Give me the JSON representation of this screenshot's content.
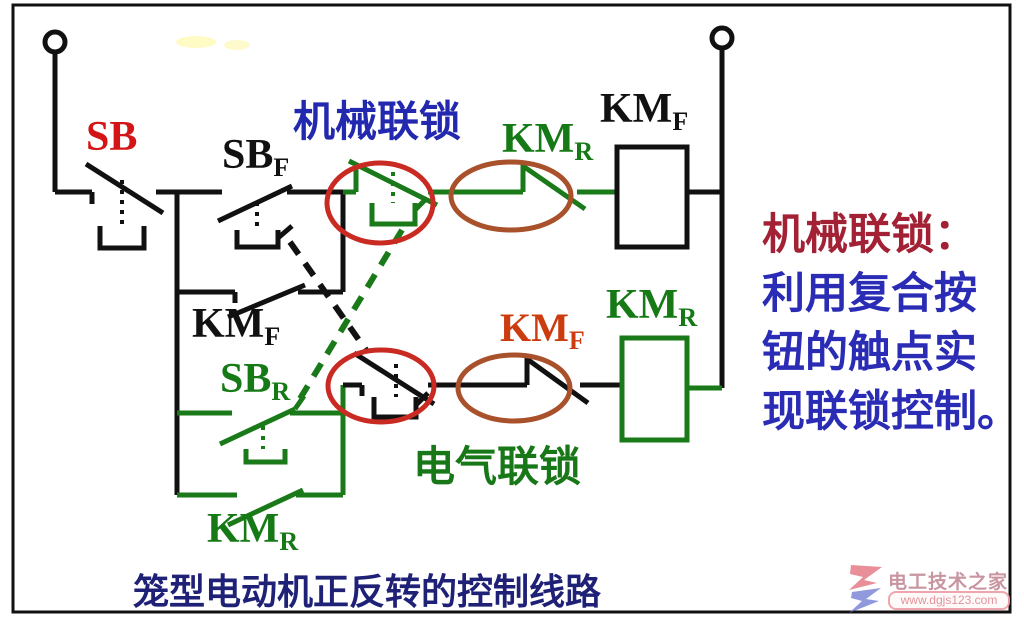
{
  "labels": {
    "sb": "SB",
    "sbf": {
      "base": "SB",
      "sub": "F"
    },
    "kmr_interlock": {
      "base": "KM",
      "sub": "R"
    },
    "kmf_coil": {
      "base": "KM",
      "sub": "F"
    },
    "kmf_latch": {
      "base": "KM",
      "sub": "F"
    },
    "sbr": {
      "base": "SB",
      "sub": "R"
    },
    "kmf_interlock": {
      "base": "KM",
      "sub": "F"
    },
    "kmr_coil": {
      "base": "KM",
      "sub": "R"
    },
    "kmr_latch": {
      "base": "KM",
      "sub": "R"
    }
  },
  "annotations": {
    "mechanical_interlock": "机械联锁",
    "electrical_interlock": "电气联锁"
  },
  "note": {
    "heading": "机械联锁：",
    "line1": "利用复合按",
    "line2": "钮的触点实",
    "line3": "现联锁控制。"
  },
  "caption": "笼型电动机正反转的控制线路",
  "watermark": {
    "site_name": "电工技术之家",
    "site_url": "www.dgjs123.com"
  },
  "colors": {
    "circuit_black": "#111111",
    "circuit_green": "#1a7a1a",
    "label_red": "#d41518",
    "label_orange_red": "#cc3c0f",
    "label_green": "#157a15",
    "label_blue": "#2329ae",
    "note_text_blue": "#2a2cb5",
    "note_heading_red": "#a32135",
    "caption_navy": "#1f2177",
    "highlight_ellipse_red": "#c92b22",
    "highlight_ellipse_brown": "#a8512b"
  }
}
